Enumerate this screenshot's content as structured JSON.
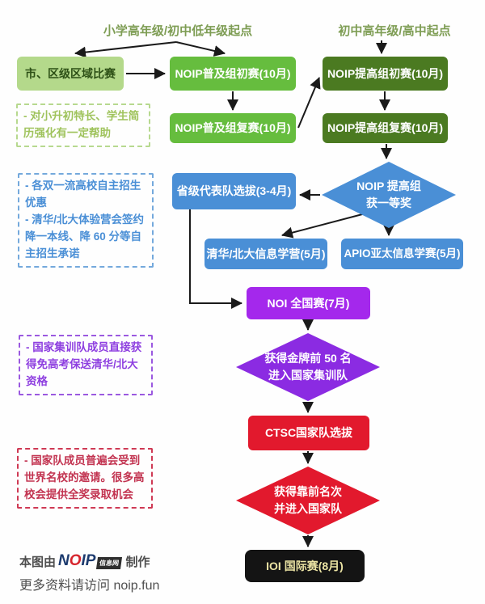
{
  "flow": {
    "start_labels": {
      "left": "小学高年级/初中低年级起点",
      "right": "初中高年级/高中起点"
    },
    "nodes": {
      "city": "市、区级区域比赛",
      "popular_prelim": "NOIP普及组初赛(10月)",
      "popular_final": "NOIP普及组复赛(10月)",
      "advanced_prelim": "NOIP提高组初赛(10月)",
      "advanced_final": "NOIP提高组复赛(10月)",
      "provincial_team": "省级代表队选拔(3-4月)",
      "first_prize_line1": "NOIP 提高组",
      "first_prize_line2": "获一等奖",
      "camp": "清华/北大信息学营(5月)",
      "apio": "APIO亚太信息学赛(5月)",
      "noi": "NOI 全国赛(7月)",
      "gold_line1": "获得金牌前 50 名",
      "gold_line2": "进入国家集训队",
      "ctsc": "CTSC国家队选拔",
      "top_rank_line1": "获得靠前名次",
      "top_rank_line2": "并进入国家队",
      "ioi": "IOI 国际赛(8月)"
    },
    "notes": {
      "green": [
        "- 对小升初特长、学生简历强化有一定帮助"
      ],
      "blue": [
        "- 各双一流高校自主招生优惠",
        "- 清华/北大体验营会签约降一本线、降 60 分等自主招生承诺"
      ],
      "purple": [
        "- 国家集训队成员直接获得免高考保送清华/北大资格"
      ],
      "red": [
        "- 国家队成员普遍会受到世界名校的邀请。很多高校会提供全奖录取机会"
      ]
    }
  },
  "footer": {
    "credit_prefix": "本图由",
    "logo_n": "N",
    "logo_o": "O",
    "logo_ip": "IP",
    "logo_badge": "信息网",
    "credit_suffix": "制作",
    "line2": "更多资料请访问 noip.fun"
  },
  "colors": {
    "light_green": "#b4d98b",
    "green": "#66bd3e",
    "dark_green": "#4b7a21",
    "blue": "#4a8fd6",
    "purple_box": "#a428ec",
    "purple_diamond": "#8b2be2",
    "red": "#e2192d",
    "black_box": "#141414",
    "start_label_green": "#7e9d54"
  }
}
